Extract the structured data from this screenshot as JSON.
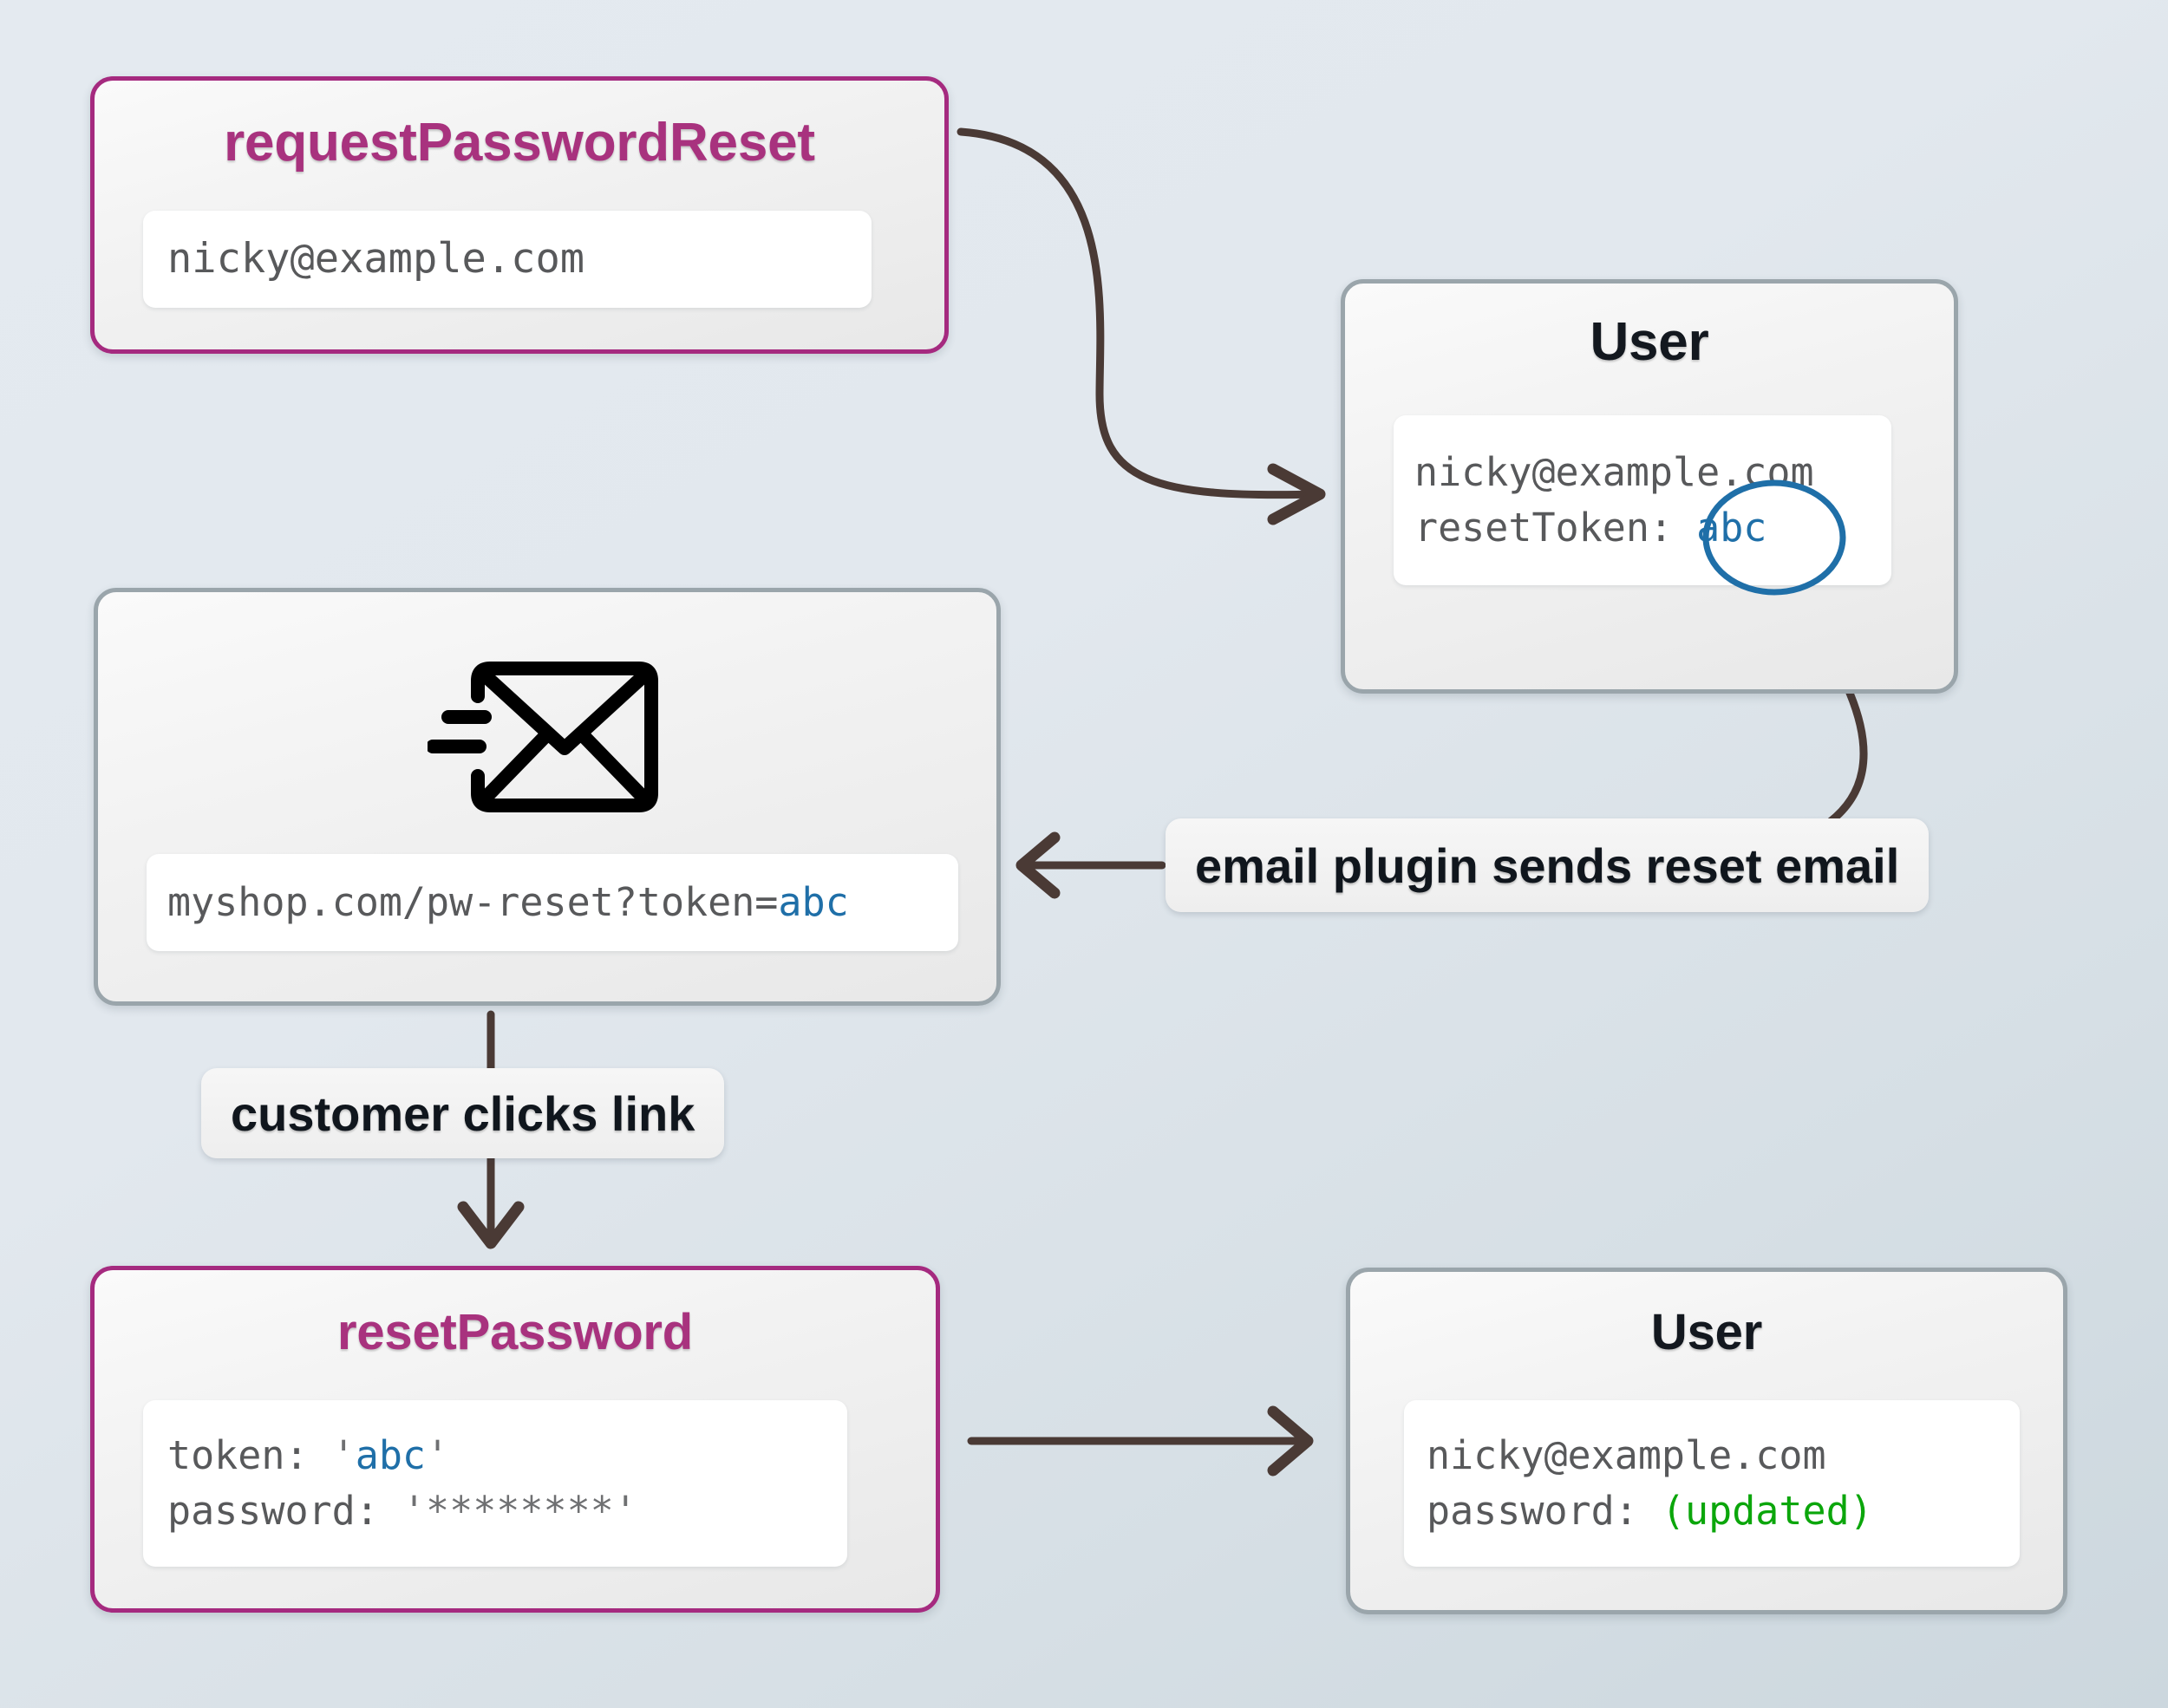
{
  "diagram": {
    "title": "password reset token flow",
    "colors": {
      "accent_magenta": "#a8327e",
      "card_border_gray": "#9aa5ab",
      "token_blue": "#1f6fa8",
      "updated_green": "#0ba60b",
      "arrow_brown": "#4a3a35",
      "background": "#e2e8ee"
    }
  },
  "nodes": {
    "request_password_reset": {
      "title": "requestPasswordReset",
      "field": {
        "line1": "nicky@example.com"
      }
    },
    "user_top": {
      "title": "User",
      "field": {
        "line1": "nicky@example.com",
        "line2_label": "resetToken:",
        "line2_value": "abc"
      }
    },
    "email_message": {
      "icon": "send-email-icon",
      "field": {
        "url_prefix": "myshop.com/pw-reset?token=",
        "url_token": "abc"
      }
    },
    "reset_password": {
      "title": "resetPassword",
      "field": {
        "line1_label": "token: ",
        "line1_quote_open": "'",
        "line1_value": "abc",
        "line1_quote_close": "'",
        "line2_label": "password: ",
        "line2_value": "'********'"
      }
    },
    "user_bottom": {
      "title": "User",
      "field": {
        "line1": "nicky@example.com",
        "line2_label": "password: ",
        "line2_value": "(updated)"
      }
    }
  },
  "edges": [
    {
      "id": "request-to-user",
      "label": "",
      "from": "request_password_reset",
      "to": "user_top",
      "style": "curved"
    },
    {
      "id": "token-to-plugin",
      "label": "",
      "from": "user_top",
      "to": "email_plugin_label",
      "style": "curved"
    },
    {
      "id": "plugin-to-email",
      "label": "email plugin sends reset email",
      "from": "email_plugin_label",
      "to": "email_message",
      "style": "straight-left"
    },
    {
      "id": "email-to-reset",
      "label": "customer clicks link",
      "from": "email_message",
      "to": "reset_password",
      "style": "straight-down"
    },
    {
      "id": "reset-to-user",
      "label": "",
      "from": "reset_password",
      "to": "user_bottom",
      "style": "straight-right"
    }
  ],
  "labels": {
    "email_plugin": "email plugin sends reset email",
    "customer_clicks_link": "customer clicks link"
  }
}
